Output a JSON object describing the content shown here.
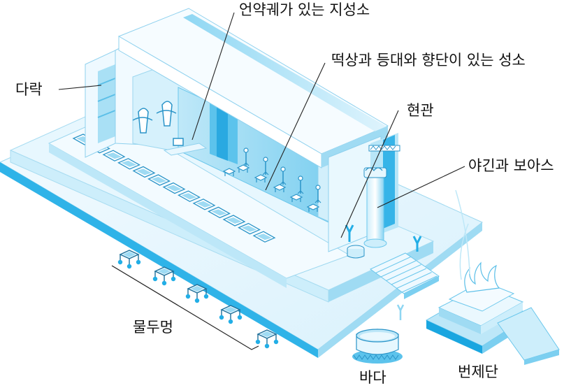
{
  "labels": {
    "holy_of_holies": "언약궤가 있는 지성소",
    "holy_place": "떡상과 등대와 향단이 있는 성소",
    "chambers": "다락",
    "porch": "현관",
    "pillars": "야긴과 보아스",
    "basins": "물두멍",
    "sea": "바다",
    "altar": "번제단"
  },
  "colors": {
    "face_light": "#eef9ff",
    "face_mid": "#cdeefb",
    "face_dark": "#7ccff0",
    "accent": "#22aee6",
    "line": "#1f6f99"
  }
}
